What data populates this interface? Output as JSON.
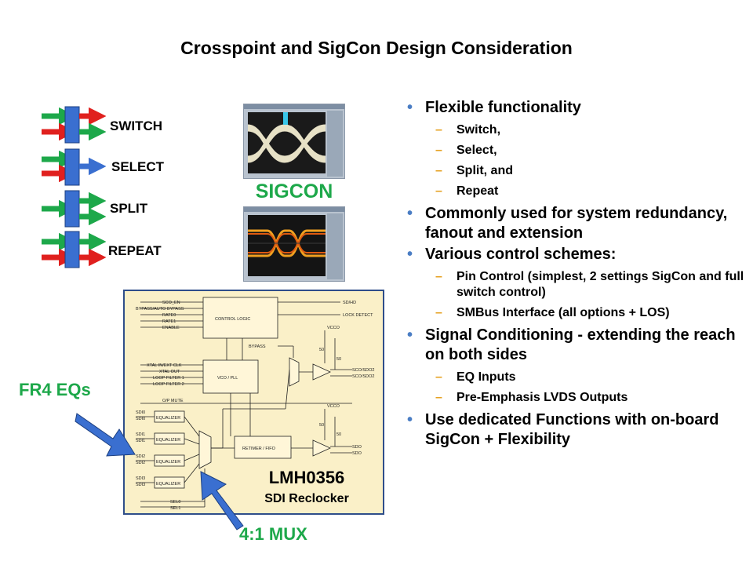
{
  "title": "Crosspoint and SigCon Design Consideration",
  "modes": [
    {
      "label": "SWITCH"
    },
    {
      "label": "SELECT"
    },
    {
      "label": "SPLIT"
    },
    {
      "label": "REPEAT"
    }
  ],
  "sigcon_label": "SIGCON",
  "bullets": [
    {
      "text": "Flexible functionality",
      "sub": [
        "Switch,",
        "Select,",
        "Split, and",
        "Repeat"
      ]
    },
    {
      "text": "Commonly used for system redundancy, fanout and extension",
      "sub": []
    },
    {
      "text": "Various control schemes:",
      "sub": [
        "Pin Control (simplest, 2 settings SigCon and full switch control)",
        "SMBus Interface (all options + LOS)"
      ]
    },
    {
      "text": "Signal Conditioning - extending the reach on both sides",
      "sub": [
        "EQ Inputs",
        "Pre-Emphasis LVDS Outputs"
      ]
    },
    {
      "text": "Use dedicated Functions with on-board SigCon + Flexibility",
      "sub": []
    }
  ],
  "chip": {
    "name": "LMH0356",
    "subtitle": "SDI Reclocker",
    "blocks": {
      "control_logic": "CONTROL LOGIC",
      "vco": "VCO / PLL",
      "retimer": "RETIMER / FIFO",
      "equalizer": "EQUALIZER"
    },
    "pins_left": [
      "SCO_EN",
      "BYPASS/AUTO BYPASS",
      "RATE0",
      "RATE1",
      "ENABLE",
      "XTAL IN/EXT CLK",
      "XTAL OUT",
      "LOOP FILTER 1",
      "LOOP FILTER 2",
      "O/P MUTE",
      "SDI0",
      "SDI0",
      "SDI1",
      "SDI1",
      "SDI2",
      "SDI2",
      "SDI3",
      "SDI3",
      "SEL0",
      "SEL1"
    ],
    "pins_right": [
      "SD/HD",
      "LOCK DETECT",
      "SCO/SDO2",
      "SCO/SDO2",
      "SDO",
      "SDO"
    ],
    "bypass": "BYPASS",
    "vcco": "VCCO",
    "res": "50"
  },
  "callouts": {
    "fr4": "FR4 EQs",
    "mux": "4:1 MUX"
  },
  "colors": {
    "green": "#1da84a",
    "red": "#e0201e",
    "blue": "#3a6fd0",
    "chip_bg": "#faf0c8",
    "bullet": "#4a7dc4",
    "dash": "#e6a121"
  }
}
